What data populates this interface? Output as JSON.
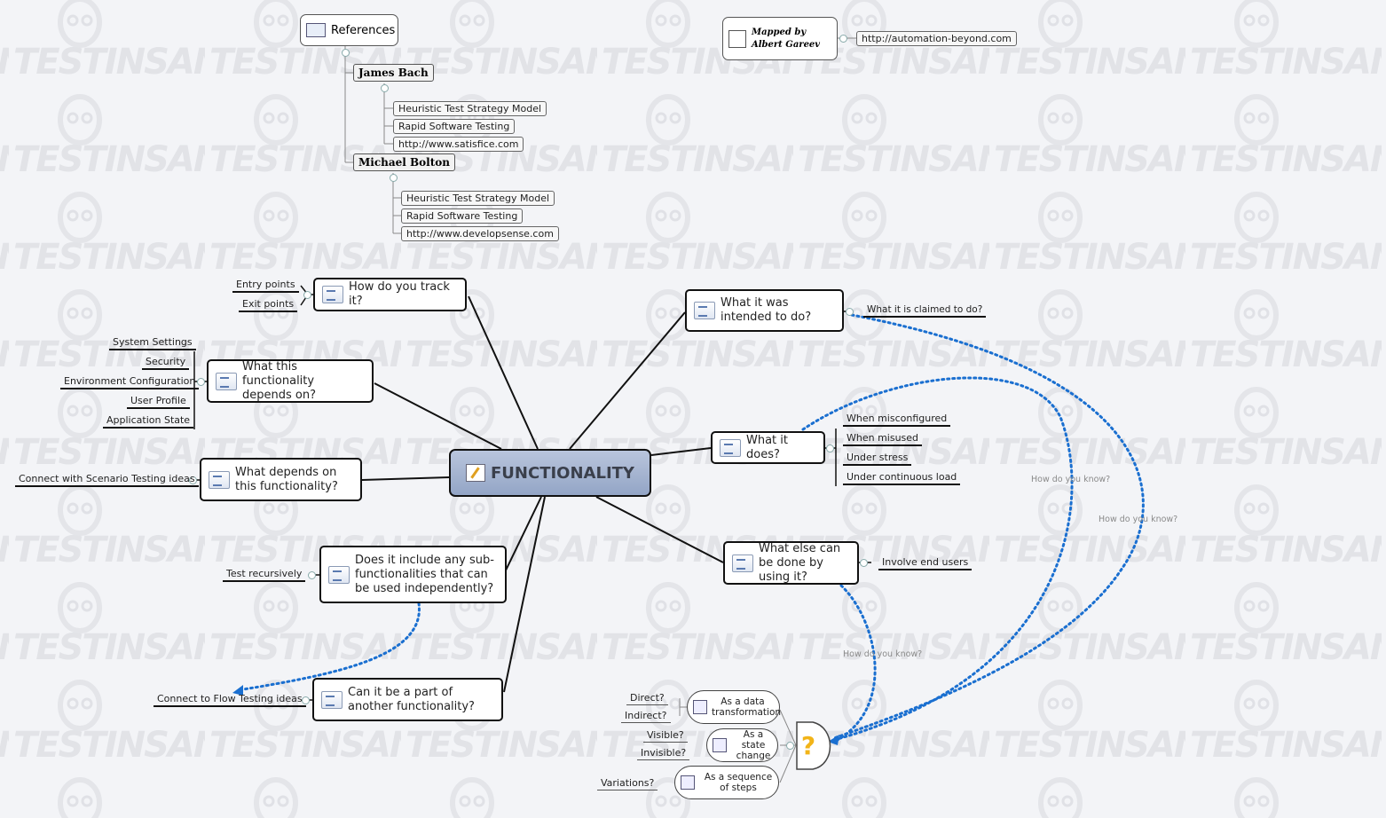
{
  "center": {
    "label": "FUNCTIONALITY"
  },
  "references": {
    "title": "References",
    "authors": [
      {
        "name": "James Bach",
        "items": [
          "Heuristic Test Strategy Model",
          "Rapid Software Testing",
          "http://www.satisfice.com"
        ]
      },
      {
        "name": "Michael Bolton",
        "items": [
          "Heuristic Test Strategy Model",
          "Rapid Software Testing",
          "http://www.developsense.com"
        ]
      }
    ]
  },
  "credit": {
    "label": "Mapped by Albert Gareev",
    "link": "http://automation-beyond.com"
  },
  "topics": {
    "track": {
      "label": "How do you track it?",
      "leaves": [
        "Entry points",
        "Exit points"
      ]
    },
    "depends_on": {
      "label": "What this functionality depends on?",
      "leaves": [
        "System Settings",
        "Security",
        "Environment Configuration",
        "User Profile",
        "Application State"
      ]
    },
    "dependents": {
      "label": "What depends on this functionality?",
      "leaves": [
        "Connect with Scenario Testing ideas"
      ]
    },
    "sub": {
      "label": "Does it include any sub-functionalities that can be used independently?",
      "leaves": [
        "Test recursively"
      ]
    },
    "part_of": {
      "label": "Can it be a part of another functionality?",
      "leaves": [
        "Connect to Flow Testing ideas"
      ]
    },
    "intended": {
      "label": "What it was intended to do?",
      "leaves": [
        "What it is claimed to do?"
      ]
    },
    "does": {
      "label": "What it does?",
      "leaves": [
        "When misconfigured",
        "When misused",
        "Under stress",
        "Under continuous load"
      ]
    },
    "else": {
      "label": "What else can be done by using it?",
      "leaves": [
        "Involve end users"
      ]
    }
  },
  "question": {
    "symbol": "?",
    "branches": [
      {
        "label": "As a data transformation",
        "leaves": [
          "Direct?",
          "Indirect?"
        ]
      },
      {
        "label": "As a state change",
        "leaves": [
          "Visible?",
          "Invisible?"
        ]
      },
      {
        "label": "As a sequence of steps",
        "leaves": [
          "Variations?"
        ]
      }
    ]
  },
  "relationships": [
    "How do you know?",
    "How do you know?",
    "How do you know?"
  ],
  "watermark": {
    "text": "TESTINSANE"
  },
  "colors": {
    "background": "#f3f4f7",
    "center_fill": "#a6b4d0",
    "relationship": "#1a6fd0",
    "line": "#111111"
  }
}
